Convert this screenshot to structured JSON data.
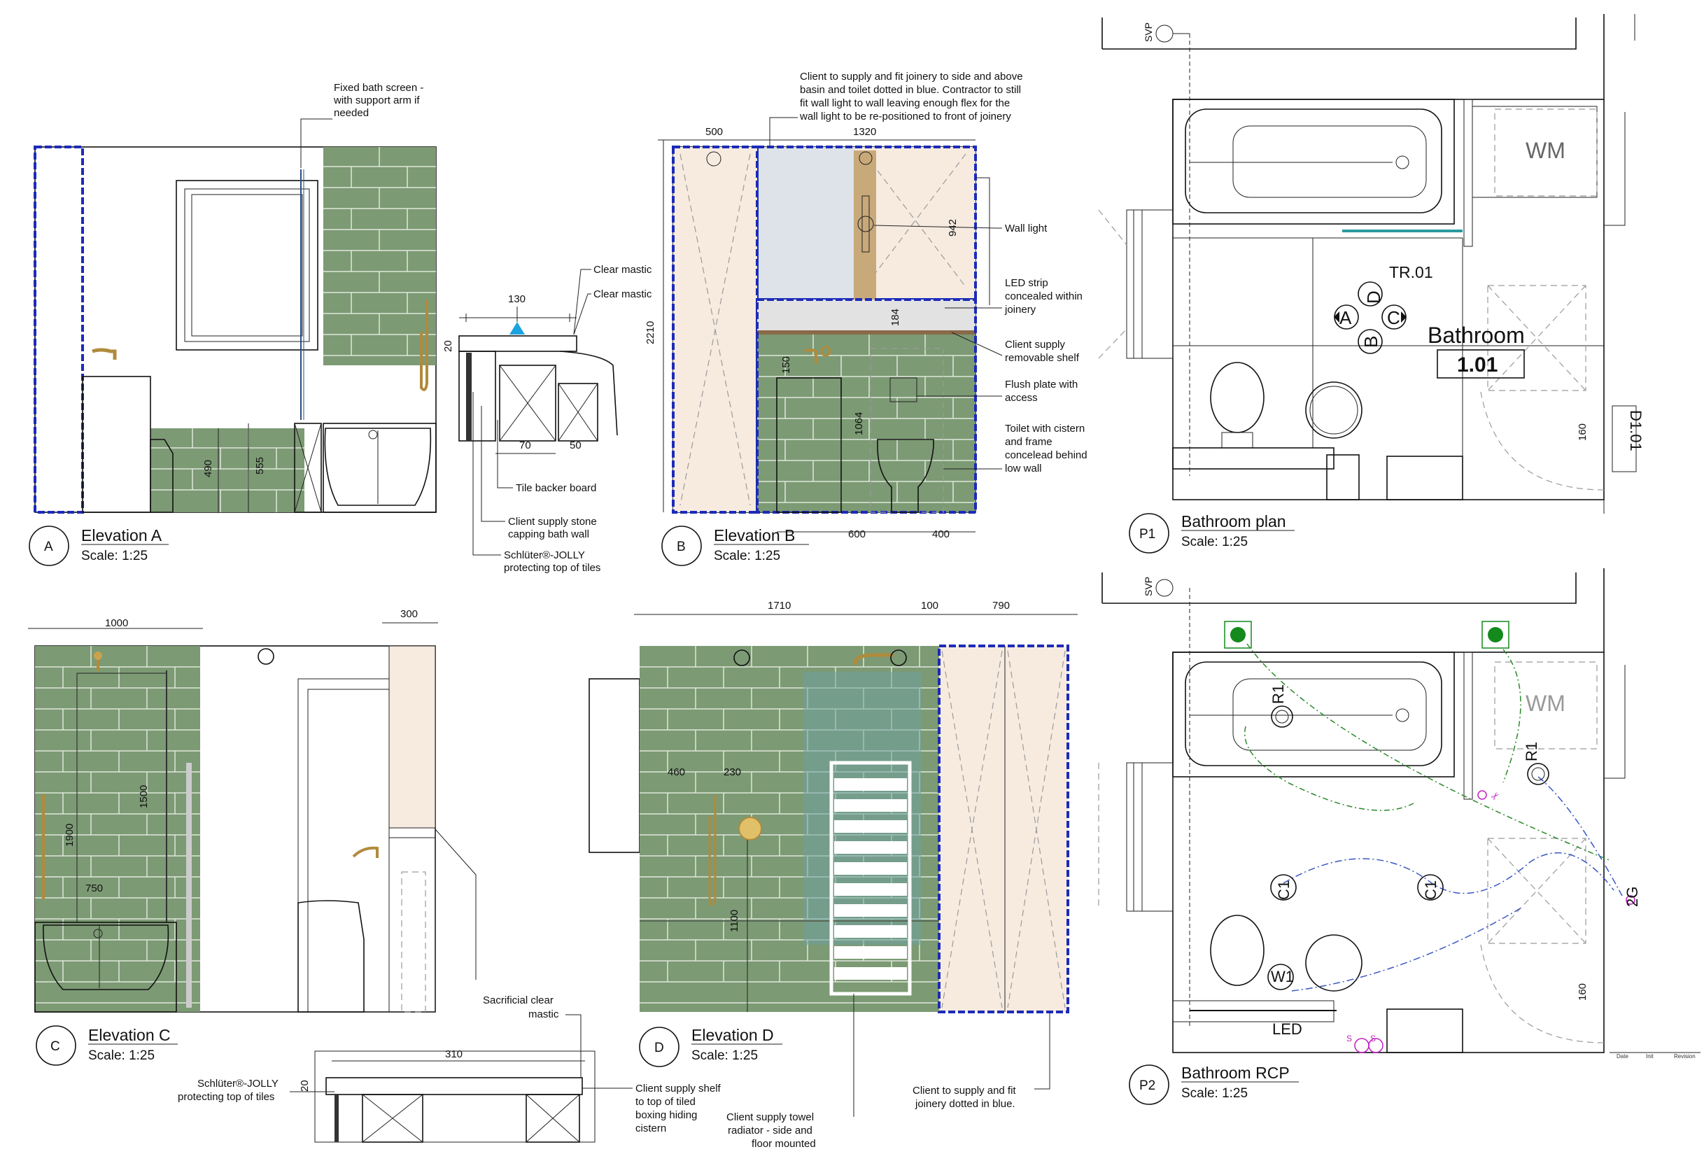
{
  "elevation_a": {
    "tag": "A",
    "title": "Elevation A",
    "scale": "Scale: 1:25",
    "notes": {
      "bath_screen": [
        "Fixed bath screen -",
        "with support arm if",
        "needed"
      ],
      "mastic_1": "Clear mastic",
      "mastic_2": "Clear mastic",
      "tile_backer": "Tile backer board",
      "stone_capping": [
        "Client supply stone",
        "capping bath wall"
      ],
      "jolly": [
        "Schlüter®-JOLLY",
        "protecting top of tiles"
      ]
    },
    "dims": {
      "d130": "130",
      "d20": "20",
      "d70": "70",
      "d50": "50",
      "d490": "490",
      "d555": "555"
    }
  },
  "elevation_b": {
    "tag": "B",
    "title": "Elevation B",
    "scale": "Scale: 1:25",
    "notes": {
      "joinery_top": [
        "Client to supply and fit joinery to side and above",
        "basin and toilet dotted in blue. Contractor to still",
        "fit wall light to wall leaving enough flex for the",
        "wall light to be re-positioned to front of joinery"
      ],
      "wall_light": "Wall light",
      "led_strip": [
        "LED strip",
        "concealed within",
        "joinery"
      ],
      "removable_shelf": [
        "Client supply",
        "removable shelf"
      ],
      "flush_plate": [
        "Flush plate with",
        "access"
      ],
      "toilet": [
        "Toilet with cistern",
        "and frame",
        "concelead behind",
        "low wall"
      ]
    },
    "dims": {
      "d500": "500",
      "d1320": "1320",
      "d2210": "2210",
      "d942": "942",
      "d184": "184",
      "d150": "150",
      "d1064": "1064",
      "d600": "600",
      "d400": "400"
    }
  },
  "elevation_c": {
    "tag": "C",
    "title": "Elevation C",
    "scale": "Scale: 1:25",
    "notes": {
      "sacrificial_mastic": [
        "Sacrificial clear",
        "mastic"
      ],
      "jolly": [
        "Schlüter®-JOLLY",
        "protecting top of tiles"
      ],
      "shelf": [
        "Client supply shelf",
        "to top of tiled",
        "boxing hiding",
        "cistern"
      ]
    },
    "dims": {
      "d1000": "1000",
      "d300": "300",
      "d1900": "1900",
      "d1500": "1500",
      "d750": "750",
      "d310": "310",
      "d20": "20"
    }
  },
  "elevation_d": {
    "tag": "D",
    "title": "Elevation D",
    "scale": "Scale: 1:25",
    "notes": {
      "towel_radiator": [
        "Client supply towel",
        "radiator - side and",
        "floor mounted"
      ],
      "joinery": [
        "Client to supply and fit",
        "joinery dotted in blue."
      ]
    },
    "dims": {
      "d1710": "1710",
      "d100": "100",
      "d790": "790",
      "d460": "460",
      "d230": "230",
      "d1100": "1100"
    }
  },
  "plan_p1": {
    "tag": "P1",
    "title": "Bathroom plan",
    "scale": "Scale: 1:25",
    "labels": {
      "svp": "SVP",
      "wm": "WM",
      "tr": "TR.01",
      "room_name": "Bathroom",
      "room_number": "1.01",
      "door": "D1.01",
      "d160": "160"
    },
    "elev_markers": [
      "A",
      "B",
      "C",
      "D"
    ]
  },
  "plan_p2": {
    "tag": "P2",
    "title": "Bathroom RCP",
    "scale": "Scale: 1:25",
    "labels": {
      "svp": "SVP",
      "wm": "WM",
      "r1a": "R1",
      "r1b": "R1",
      "c1a": "C1",
      "c1b": "C1",
      "w1": "W1",
      "led": "LED",
      "sw2g": "2G",
      "d160": "160",
      "s1": "S",
      "s2": "S"
    }
  },
  "title_block": {
    "date": "Date",
    "init": "Init",
    "revision": "Revision"
  },
  "colors": {
    "tile_green": "#7c9a74",
    "joinery_blue": "#1c2bb8",
    "joinery_fill": "#f7ebe0",
    "light_pendant_green": "#148a1c",
    "switch_magenta": "#c020c0"
  }
}
